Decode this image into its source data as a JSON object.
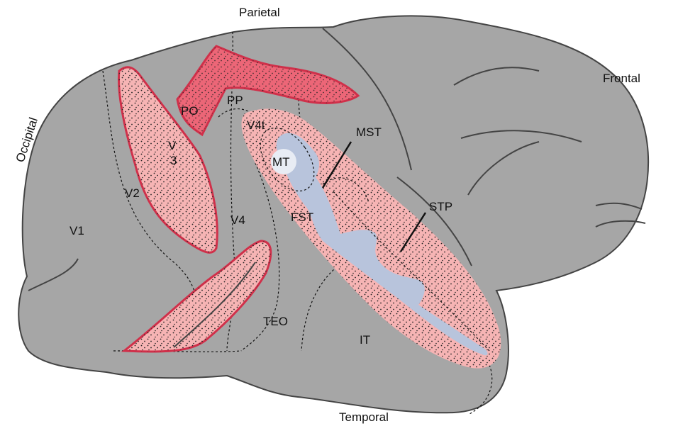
{
  "diagram": {
    "lobes": {
      "parietal": "Parietal",
      "frontal": "Frontal",
      "occipital": "Occipital",
      "temporal": "Temporal"
    },
    "areas": {
      "v1": "V1",
      "v2": "V2",
      "v3_line1": "V",
      "v3_line2": "3",
      "v4": "V4",
      "v4t": "V4t",
      "po": "PO",
      "pp": "PP",
      "mt": "MT",
      "mst": "MST",
      "fst": "FST",
      "stp": "STP",
      "teo": "TEO",
      "it": "IT"
    },
    "colors": {
      "brain": "#a6a6a6",
      "outline": "#4a4a4a",
      "pink_region": "#f6b4b4",
      "red_outline": "#d0304a",
      "po_fill": "#ec6677",
      "blue_region": "#b8c4dc",
      "stipple": "#222222"
    }
  }
}
